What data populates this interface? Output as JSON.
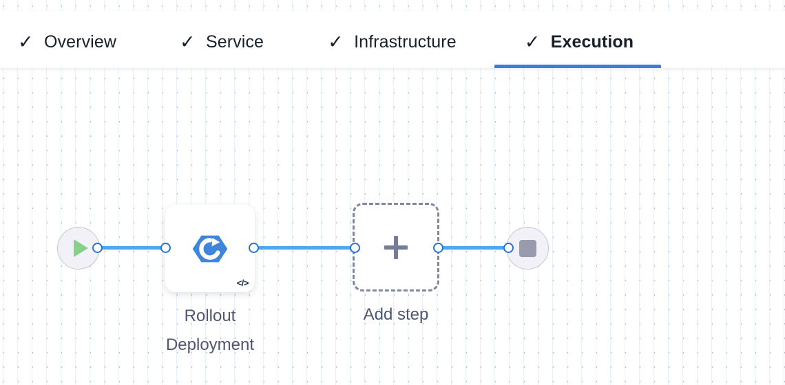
{
  "header": {
    "tabs": [
      {
        "label": "Overview",
        "icon": "check-icon",
        "complete": true,
        "active": false
      },
      {
        "label": "Service",
        "icon": "check-icon",
        "complete": true,
        "active": false
      },
      {
        "label": "Infrastructure",
        "icon": "check-icon",
        "complete": true,
        "active": false
      },
      {
        "label": "Execution",
        "icon": "check-icon",
        "complete": true,
        "active": true
      }
    ],
    "check_glyph": "✓",
    "active_underline_color": "#3e7ed6"
  },
  "pipeline": {
    "nodes": [
      {
        "id": "start",
        "type": "start",
        "icon": "play-icon",
        "label": ""
      },
      {
        "id": "rollout",
        "type": "step",
        "icon": "rollout-deployment-icon",
        "badge": "</>",
        "label": "Rollout\nDeployment"
      },
      {
        "id": "add",
        "type": "add",
        "icon": "plus-icon",
        "label": "Add step"
      },
      {
        "id": "end",
        "type": "end",
        "icon": "stop-icon",
        "label": ""
      }
    ],
    "edges": [
      {
        "from": "start",
        "to": "rollout"
      },
      {
        "from": "rollout",
        "to": "add"
      },
      {
        "from": "add",
        "to": "end"
      }
    ],
    "colors": {
      "edge": "#4aa9f0",
      "port_border": "#2d72c9",
      "step_icon": "#3e86d9",
      "play": "#85d18a",
      "stop": "#9a9aae",
      "terminal_fill": "#f3f1f8",
      "add_border": "#8086a0",
      "caption_text": "#4e5670"
    }
  }
}
